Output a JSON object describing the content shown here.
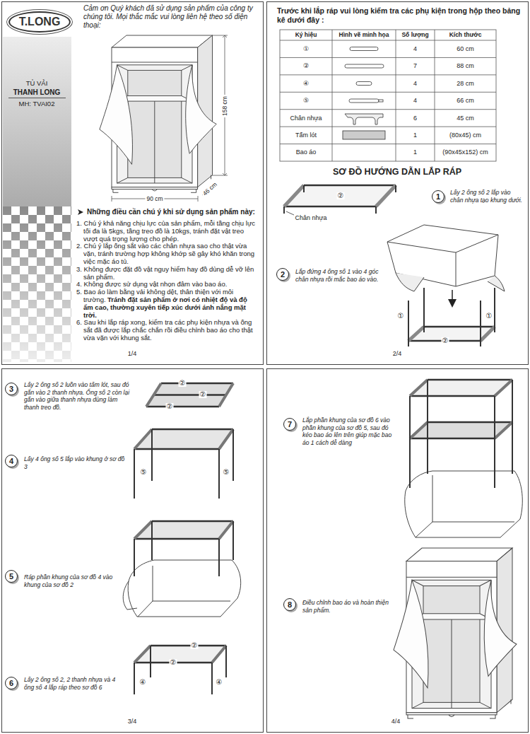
{
  "diagram": {
    "title": "SƠ ĐỒ HƯỚNG DẪN LẮP RÁP",
    "nodes": [
      {
        "text": [
          "T.LONG"
        ]
      },
      {
        "text": [
          "1"
        ]
      },
      {
        "text": [
          "2"
        ]
      },
      {
        "text": [
          "3"
        ]
      },
      {
        "text": [
          "4"
        ]
      },
      {
        "text": [
          "5"
        ]
      },
      {
        "text": [
          "6"
        ]
      },
      {
        "text": [
          "7"
        ]
      },
      {
        "text": [
          "8"
        ]
      }
    ],
    "labels": [
      "Cảm ơn Quý khách đã sử dụng sản phẩm của công ty chúng tôi. Mọi thắc mắc vui lòng liên hệ theo số điện thoại:",
      "TỦ VẢI",
      "THANH LONG",
      "MH: TVAI02",
      "158 cm",
      "90 cm",
      "46 cm",
      "Những điều cần chú ý khi sử dụng sản phẩm này:",
      "1. Chú ý khả năng chịu lực của sản phẩm, mỗi tầng chịu lực tối đa là 5kgs, tầng treo đồ là 10kgs, tránh đặt vật treo vượt quá trọng lượng cho phép.",
      "2. Chú ý lắp ống sắt vào các chân nhựa sao cho thật vừa vặn, tránh trường hợp không khớp sẽ gây khó khăn trong việc mặc áo tủ.",
      "3. Không được đặt đồ vật nguy hiểm hay đồ dùng dễ vỡ lên sản phẩm.",
      "4. Không được sử dụng vật nhọn đâm vào bao áo.",
      "5. Bao áo làm bằng vải không dệt, thân thiện với môi trường.",
      "Tránh đặt sản phẩm ở nơi có nhiệt độ và độ ẩm cao, thường xuyên tiếp xúc dưới ánh nắng mặt trời.",
      "6. Sau khi lắp ráp xong, kiểm tra các phụ kiện nhựa và ống sắt đã được lắp chắc chắn rồi điều chỉnh bao áo cho thật vừa vặn với khung sắt.",
      "1/4",
      "Trước khi lắp ráp vui lòng kiểm tra các phụ kiện trong hộp theo bảng kê dưới đây :",
      "Ký hiệu",
      "Hình vẽ minh họa",
      "Số lượng",
      "Kích thước",
      "①",
      "4",
      "60 cm",
      "②",
      "7",
      "88 cm",
      "④",
      "4",
      "28 cm",
      "⑤",
      "4",
      "66 cm",
      "Chân nhựa",
      "6",
      "45 cm",
      "Tấm lót",
      "1",
      "(80x45) cm",
      "Bao áo",
      "1",
      "(90x45x152) cm",
      "Lấy 2 ống số 2 lắp vào chân nhựa tạo khung dưới.",
      "②",
      "Chân nhựa",
      "Lắp đứng 4 ống số 1 vào 4 góc chân nhựa rồi mắc bao áo vào.",
      "①",
      "①",
      "②",
      "2/4",
      "Lấy 2 ống số 2 luồn vào tấm lót, sau đó gắn vào 2 thanh nhựa. Ống số 2 còn lại gắn vào giữa thanh nhựa dùng làm thanh treo đồ.",
      "②",
      "②",
      "②",
      "Lấy 4 ống số 5 lắp vào khung ở sơ đồ 3",
      "⑤",
      "⑤",
      "Ráp phần khung của sơ đồ 4 vào khung của sơ đồ 2",
      "Lấy 2 ống số 2, 2 thanh nhựa và 4 ống số 4 lắp ráp theo sơ đồ 6",
      "②",
      "②",
      "④",
      "④",
      "3/4",
      "Lắp phần khung của sơ đồ 6 vào phần khung của sơ đồ 5, sau đó kéo bao áo lên trên giúp mặc bao áo 1 cách dễ dàng",
      "Điều chỉnh bao áo và hoàn thiện sản phẩm.",
      "4/4"
    ]
  }
}
